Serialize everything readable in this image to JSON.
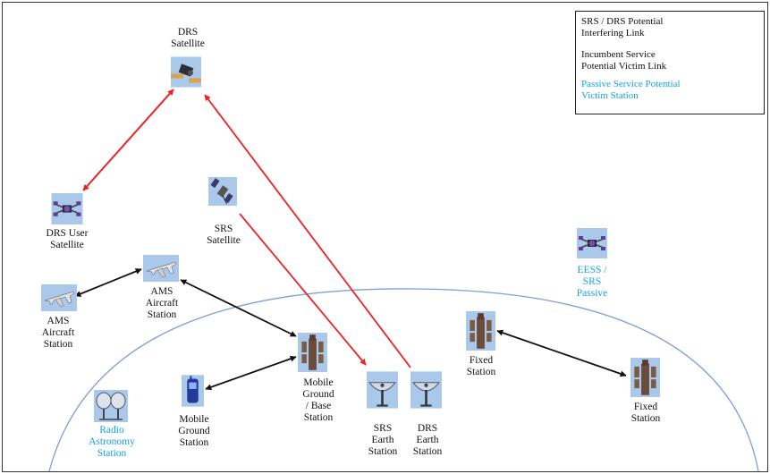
{
  "legend": {
    "interfering_label": "SRS / DRS Potential\nInterfering Link",
    "victim_label": "Incumbent Service\nPotential Victim Link",
    "passive_label": "Passive Service Potential\nVictim Station",
    "interfering_color": "#ee2222",
    "victim_color": "#111111",
    "passive_color": "#14a3e0"
  },
  "nodes": {
    "drs_satellite": "DRS\nSatellite",
    "drs_user_satellite": "DRS User\nSatellite",
    "srs_satellite": "SRS\nSatellite",
    "eess_srs_passive": "EESS /\nSRS\nPassive",
    "ams_aircraft_left": "AMS\nAircraft\nStation",
    "ams_aircraft_center": "AMS\nAircraft\nStation",
    "mobile_ground_base": "Mobile\nGround\n/ Base\nStation",
    "mobile_ground": "Mobile\nGround\nStation",
    "radio_astronomy": "Radio\nAstronomy\nStation",
    "srs_earth": "SRS\nEarth\nStation",
    "drs_earth": "DRS\nEarth\nStation",
    "fixed_station_1": "Fixed\nStation",
    "fixed_station_2": "Fixed\nStation"
  },
  "icons": {
    "drs_satellite": "satellite-icon",
    "drs_user_satellite": "satellite-icon",
    "srs_satellite": "satellite-icon",
    "eess_srs_passive": "satellite-icon",
    "ams_aircraft_left": "aircraft-icon",
    "ams_aircraft_center": "aircraft-icon",
    "mobile_ground_base": "tower-icon",
    "mobile_ground": "mobile-phone-icon",
    "radio_astronomy": "radio-telescope-icon",
    "srs_earth": "dish-antenna-icon",
    "drs_earth": "dish-antenna-icon",
    "fixed_station_1": "tower-icon",
    "fixed_station_2": "tower-icon"
  }
}
